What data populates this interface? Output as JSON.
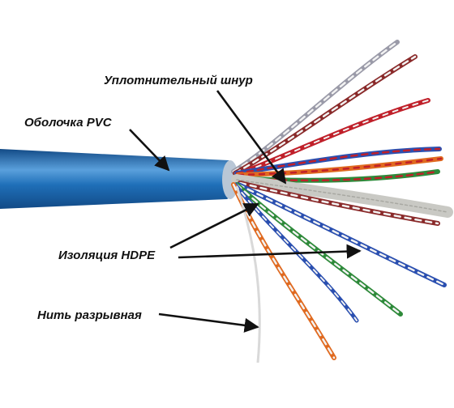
{
  "diagram": {
    "labels": {
      "sealing_cord": "Уплотнительный шнур",
      "jacket": "Оболочка PVC",
      "insulation": "Изоляция HDPE",
      "rip_cord": "Нить разрывная"
    },
    "colors": {
      "jacket": "#1f6fb8",
      "jacket_highlight": "#5aa0dc",
      "jacket_shadow": "#124a86",
      "sealing_cord": "#c9c9c4",
      "rip_cord": "#d9d9d9",
      "pair_blue": "#2a4fb0",
      "pair_orange": "#e06a20",
      "pair_green": "#2e8a3a",
      "pair_brown": "#8a2a2a",
      "pair_red": "#c0202a",
      "pair_gray": "#9a9aa8",
      "pair_white": "#f2f2f2",
      "arrow": "#111111"
    }
  }
}
